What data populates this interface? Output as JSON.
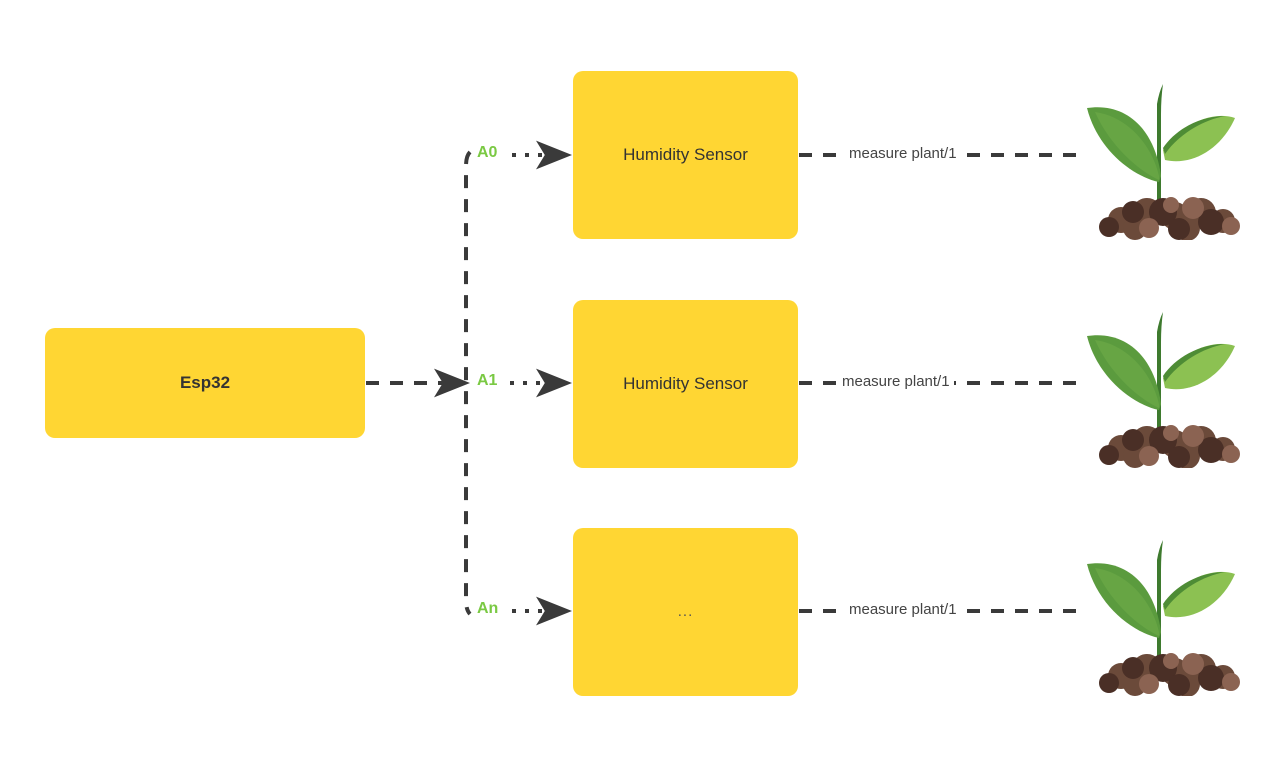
{
  "diagram": {
    "title": "Esp32 humidity sensor plant monitoring diagram",
    "colors": {
      "node_fill": "#FFD633",
      "pin_label": "#7AC943",
      "connector": "#3A3A3A",
      "text": "#333333",
      "leaf_dark": "#5B9B3E",
      "leaf_light": "#8CC152",
      "stem": "#3E7A2E",
      "soil_dark": "#4A2F26",
      "soil_mid": "#6B4A3A",
      "soil_light": "#8B6352"
    },
    "controller": {
      "label": "Esp32"
    },
    "branches": [
      {
        "pin": "A0",
        "sensor": "Humidity Sensor",
        "edge_label": "measure plant/1",
        "target": "plant-seedling"
      },
      {
        "pin": "A1",
        "sensor": "Humidity Sensor",
        "edge_label": "measure plant/1",
        "target": "plant-seedling"
      },
      {
        "pin": "An",
        "sensor": "...",
        "edge_label": "measure plant/1",
        "target": "plant-seedling"
      }
    ]
  }
}
